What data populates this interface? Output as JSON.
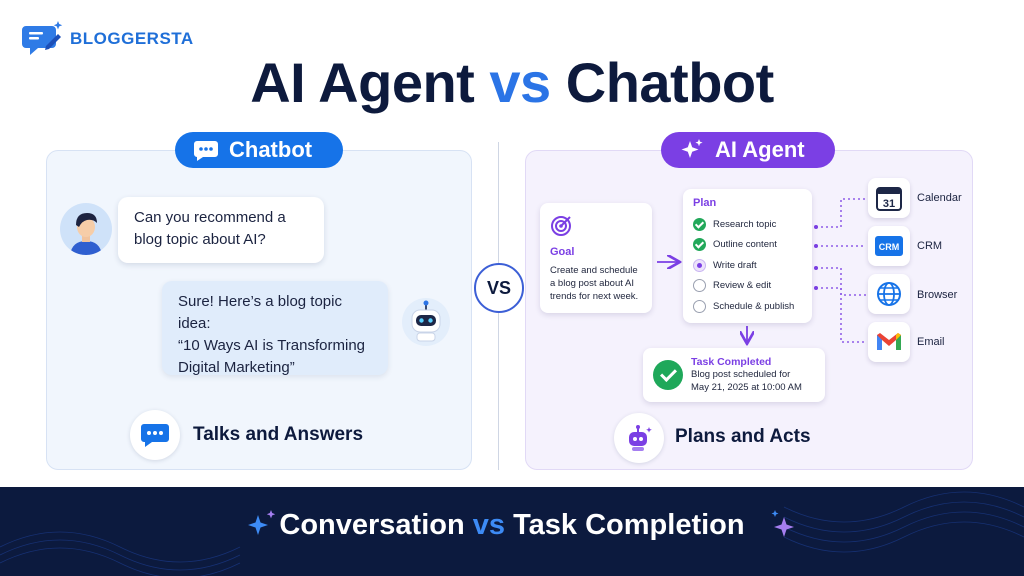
{
  "brand": {
    "name": "BLOGGERSTA",
    "logo_icon": "chat-bubble-pen-icon"
  },
  "title": {
    "part1": "AI Agent",
    "vs": "vs",
    "part2": "Chatbot"
  },
  "chatbot": {
    "label": "Chatbot",
    "user_message": "Can you recommend a blog topic about AI?",
    "bot_reply_line1": "Sure! Here’s a blog topic idea:",
    "bot_reply_line2": "“10 Ways AI is Transforming Digital Marketing”",
    "caption": "Talks and Answers"
  },
  "vs_badge": "VS",
  "agent": {
    "label": "AI Agent",
    "goal": {
      "title": "Goal",
      "description": "Create and schedule a blog post about AI trends for next week."
    },
    "plan": {
      "title": "Plan",
      "steps": [
        {
          "label": "Research topic",
          "status": "done"
        },
        {
          "label": "Outline content",
          "status": "done"
        },
        {
          "label": "Write draft",
          "status": "current"
        },
        {
          "label": "Review & edit",
          "status": "todo"
        },
        {
          "label": "Schedule & publish",
          "status": "todo"
        }
      ]
    },
    "completed": {
      "title": "Task Completed",
      "line1": "Blog post scheduled for",
      "line2": "May 21, 2025 at 10:00 AM"
    },
    "tools": [
      {
        "label": "Calendar",
        "icon": "calendar-icon",
        "badge": "31"
      },
      {
        "label": "CRM",
        "icon": "crm-icon",
        "badge": "CRM"
      },
      {
        "label": "Browser",
        "icon": "globe-icon"
      },
      {
        "label": "Email",
        "icon": "gmail-icon"
      }
    ],
    "caption": "Plans and Acts"
  },
  "footer": {
    "part1": "Conversation",
    "vs": "vs",
    "part2": "Task Completion"
  },
  "colors": {
    "chatbot_blue": "#1673e8",
    "agent_purple": "#7b3fe4",
    "title_navy": "#0d1a3d",
    "vs_blue": "#2b74e6",
    "success_green": "#22a85a",
    "footer_bg": "#0c1a3e"
  }
}
